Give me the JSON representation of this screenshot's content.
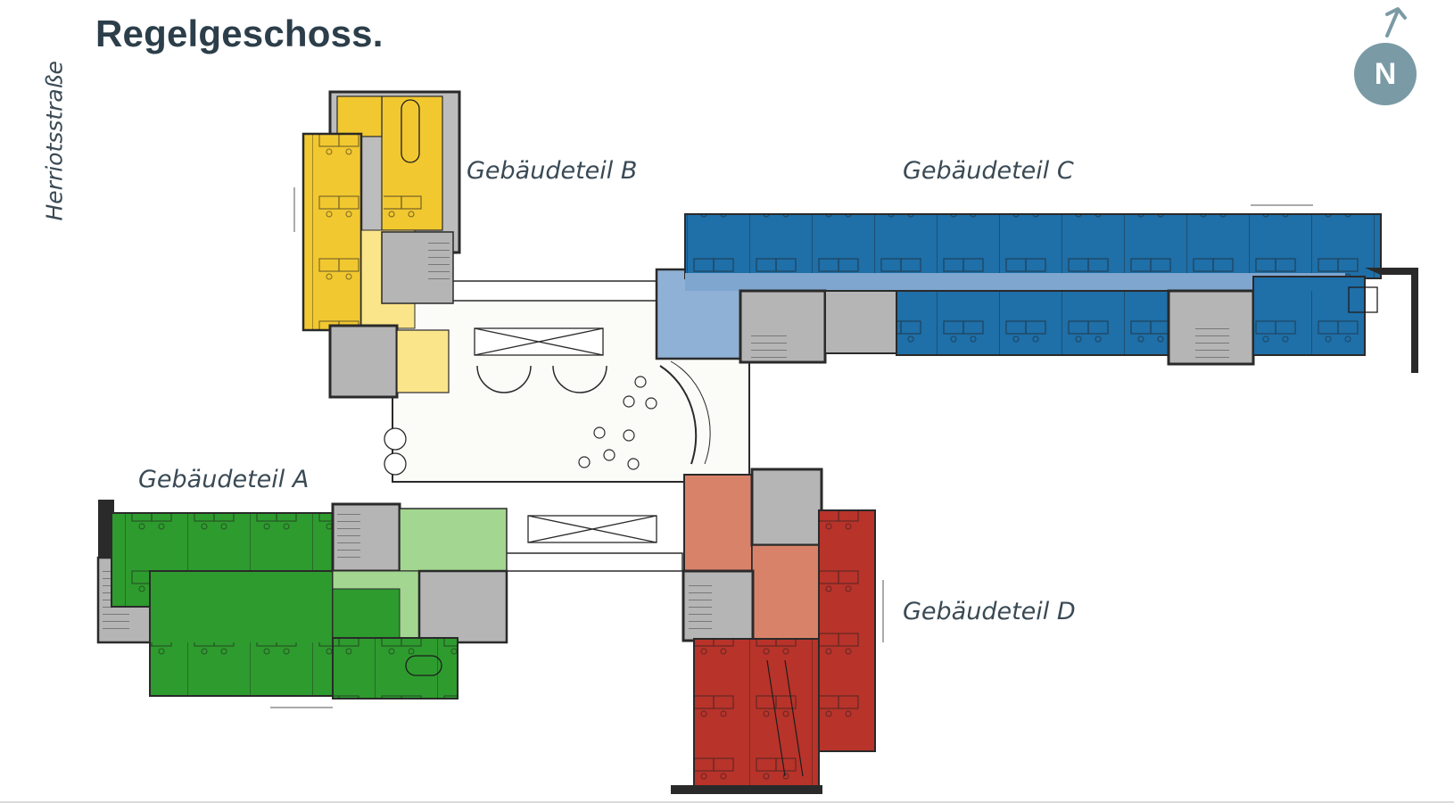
{
  "title": "Regelgeschoss.",
  "street": "Herriotsstraße",
  "compass": {
    "letter": "N"
  },
  "wings": {
    "A": {
      "label": "Gebäudeteil A",
      "color": "#2e9b2e"
    },
    "B": {
      "label": "Gebäudeteil B",
      "color": "#f2c830"
    },
    "C": {
      "label": "Gebäudeteil C",
      "color": "#1f6fa8"
    },
    "D": {
      "label": "Gebäudeteil D",
      "color": "#b8332a"
    }
  },
  "colors": {
    "title": "#2c3e4a",
    "compass": "#7a9aa5",
    "core": "#b5b5b5",
    "wall": "#2a2a2a",
    "atrium": "#fbfbf8"
  }
}
